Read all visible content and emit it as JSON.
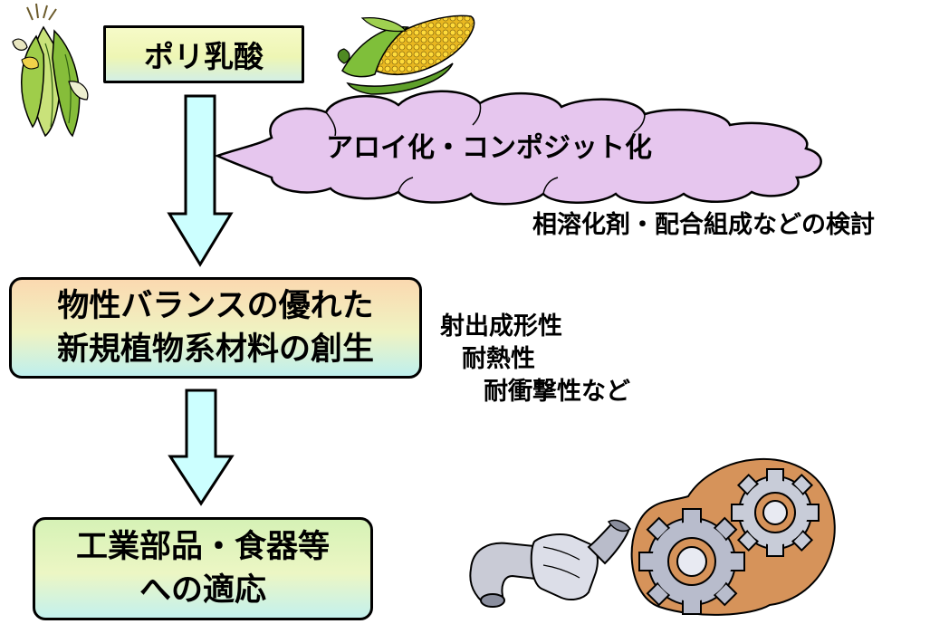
{
  "boxes": {
    "top": "ポリ乳酸",
    "middle_line1": "物性バランスの優れた",
    "middle_line2": "新規植物系材料の創生",
    "bottom_line1": "工業部品・食器等",
    "bottom_line2": "への適応"
  },
  "cloud": {
    "text": "アロイ化・コンポジット化"
  },
  "note": "相溶化剤・配合組成などの検討",
  "properties": [
    "射出成形性",
    "耐熱性",
    "耐衝撃性など"
  ],
  "colors": {
    "arrow_fill": "#ccffff",
    "cloud_fill": "#e6c6ee",
    "corn_kernel": "#f2cc2a",
    "corn_husk": "#7fbf3a",
    "gear_orange": "#d6935a",
    "gear_gray": "#b8bccc"
  },
  "icons": [
    "corn-husk-icon",
    "corn-cob-icon",
    "exhaust-pipe-icon",
    "gears-icon"
  ]
}
